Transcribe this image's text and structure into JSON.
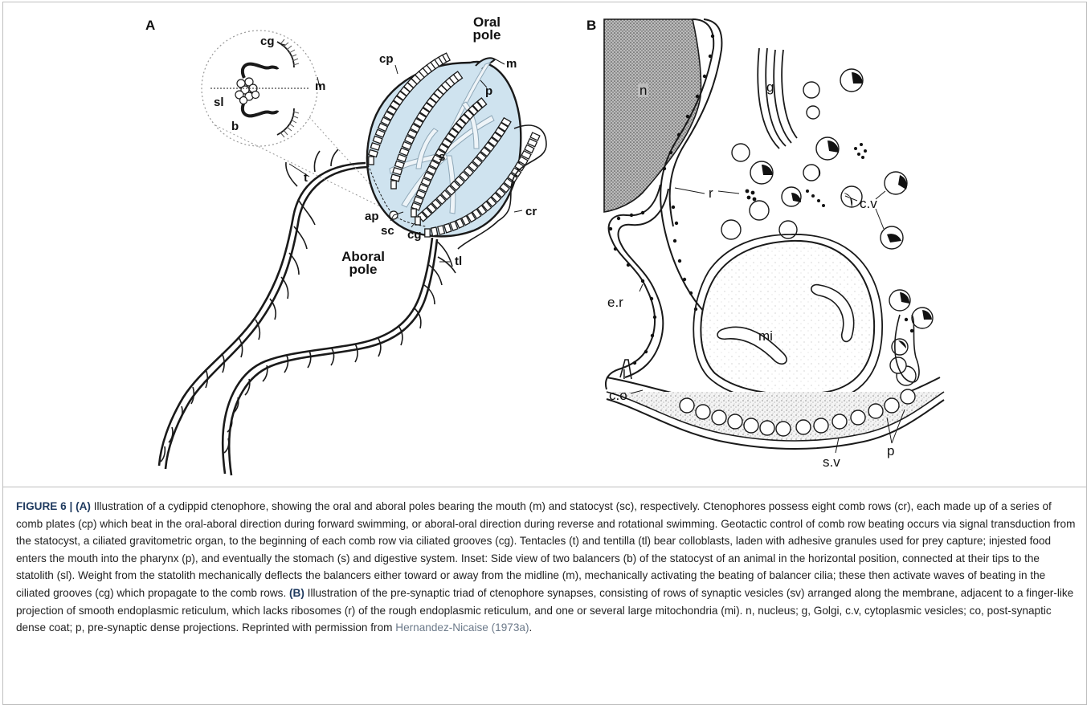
{
  "panel_a": {
    "letter": "A",
    "oral_pole_line1": "Oral",
    "oral_pole_line2": "pole",
    "aboral_pole_line1": "Aboral",
    "aboral_pole_line2": "pole",
    "labels": {
      "m_body": "m",
      "p": "p",
      "cp": "cp",
      "s": "s",
      "cr": "cr",
      "cg_body": "cg",
      "ap": "ap",
      "sc": "sc",
      "t": "t",
      "tl": "tl",
      "cg_inset": "cg",
      "m_inset": "m",
      "sl": "sl",
      "b": "b"
    }
  },
  "panel_b": {
    "letter": "B",
    "labels": {
      "n": "n",
      "g": "g",
      "r": "r",
      "cv": "c.v",
      "er": "e.r",
      "mi": "mi",
      "l": "l",
      "co": "c.o",
      "sv": "s.v",
      "p": "p"
    }
  },
  "caption": {
    "figure_label": "FIGURE 6 |",
    "part_a_label": "(A)",
    "part_a_text": " Illustration of a cydippid ctenophore, showing the oral and aboral poles bearing the mouth (m) and statocyst (sc), respectively. Ctenophores possess eight comb rows (cr), each made up of a series of comb plates (cp) which beat in the oral-aboral direction during forward swimming, or aboral-oral direction during reverse and rotational swimming. Geotactic control of comb row beating occurs via signal transduction from the statocyst, a ciliated gravitometric organ, to the beginning of each comb row via ciliated grooves (cg). Tentacles (t) and tentilla (tl) bear colloblasts, laden with adhesive granules used for prey capture; injested food enters the mouth into the pharynx (p), and eventually the stomach (s) and digestive system. Inset: Side view of two balancers (b) of the statocyst of an animal in the horizontal position, connected at their tips to the statolith (sl). Weight from the statolith mechanically deflects the balancers either toward or away from the midline (m), mechanically activating the beating of balancer cilia; these then activate waves of beating in the ciliated grooves (cg) which propagate to the comb rows. ",
    "part_b_label": "(B)",
    "part_b_text": " Illustration of the pre-synaptic triad of ctenophore synapses, consisting of rows of synaptic vesicles (sv) arranged along the membrane, adjacent to a finger-like projection of smooth endoplasmic reticulum, which lacks ribosomes (r) of the rough endoplasmic reticulum, and one or several large mitochondria (mi). n, nucleus; g, Golgi, c.v, cytoplasmic vesicles; co, post-synaptic dense coat; p, pre-synaptic dense projections. Reprinted with permission from ",
    "reference": "Hernandez-Nicaise (1973a)",
    "end": "."
  },
  "colors": {
    "body_fill": "#cfe3ef",
    "line": "#1a1a1a",
    "caption_accent": "#1f3a5f",
    "reference_link": "#6c7a8a"
  }
}
